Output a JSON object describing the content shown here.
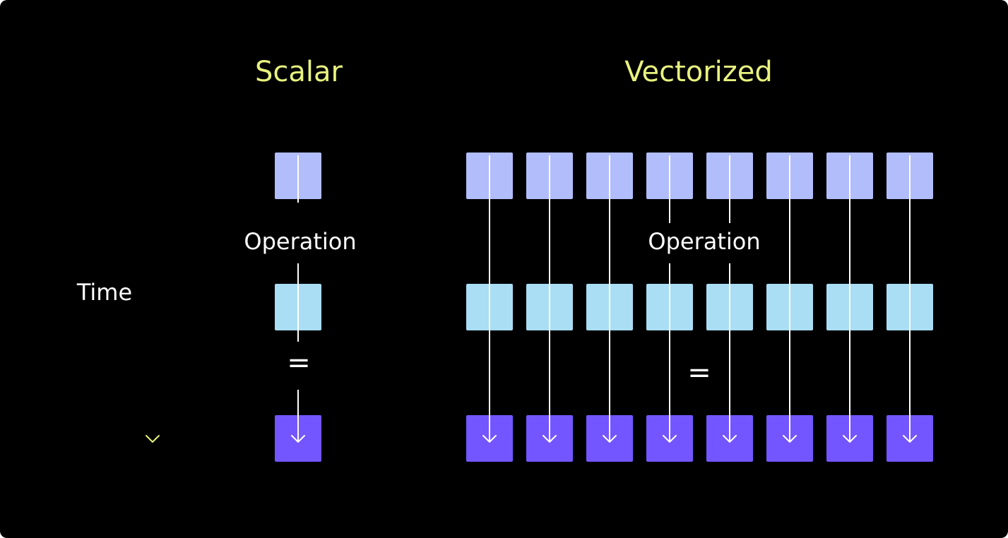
{
  "titles": {
    "scalar": "Scalar",
    "vectorized": "Vectorized"
  },
  "labels": {
    "time": "Time",
    "operation_scalar": "Operation",
    "operation_vectorized": "Operation",
    "equals_scalar": "=",
    "equals_vectorized": "="
  },
  "colors": {
    "background": "#000000",
    "title": "#e8f27e",
    "text": "#ffffff",
    "time_arrow": "#e8f27e",
    "input_square": "#b2bdfb",
    "operand_square": "#a9def4",
    "result_square": "#7356ff",
    "flow_line": "#ffffff"
  },
  "icons": {
    "time_arrow": "arrow-down-icon",
    "flow_arrow": "arrow-down-icon"
  },
  "vectorized_lanes": 8
}
